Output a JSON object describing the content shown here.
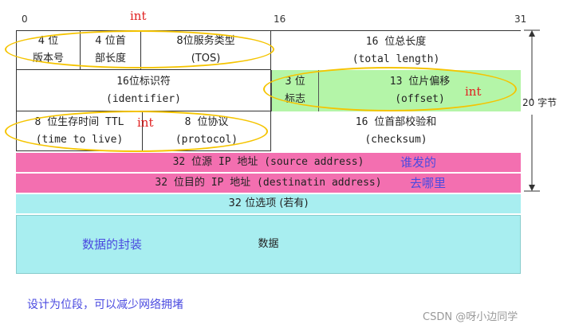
{
  "bit_labels": {
    "b0": "0",
    "b16": "16",
    "b31": "31"
  },
  "annotations": {
    "int_top": "int",
    "int_offset": "int",
    "int_ttl": "int",
    "who_sent": "谁发的",
    "where_to": "去哪里",
    "encapsulation": "数据的封装",
    "design_note": "设计为位段，可以减少网络拥堵",
    "watermark": "CSDN @呀小边同学"
  },
  "header_size": "20 字节",
  "rows": {
    "version": {
      "line1": "4 位",
      "line2": "版本号"
    },
    "ihl": {
      "line1": "4 位首",
      "line2": "部长度"
    },
    "tos": {
      "line1": "8位服务类型",
      "line2": "(TOS)"
    },
    "total_length": {
      "line1": "16 位总长度",
      "line2": "(total length)"
    },
    "identifier": {
      "line1": "16位标识符",
      "line2": "(identifier)"
    },
    "flags": {
      "line1": "3 位",
      "line2": "标志"
    },
    "offset": {
      "line1": "13 位片偏移",
      "line2": "(offset)"
    },
    "ttl": {
      "line1": "8 位生存时间 TTL",
      "line2": "(time to live)"
    },
    "protocol": {
      "line1": "8 位协议",
      "line2": "(protocol)"
    },
    "checksum": {
      "line1": "16 位首部校验和",
      "line2": "(checksum)"
    },
    "src_addr": "32 位源 IP 地址 (source address)",
    "dst_addr": "32 位目的 IP 地址 (destinatin address)",
    "options": "32 位选项 (若有)",
    "data": "数据"
  },
  "colors": {
    "address_rows": "#f36fb0",
    "options_data": "#a8eef0",
    "offset_fields": "#b4f5a8",
    "highlight_ellipse": "#f5c400",
    "annotation_red": "#e02020",
    "annotation_blue": "#4a4ae0"
  }
}
